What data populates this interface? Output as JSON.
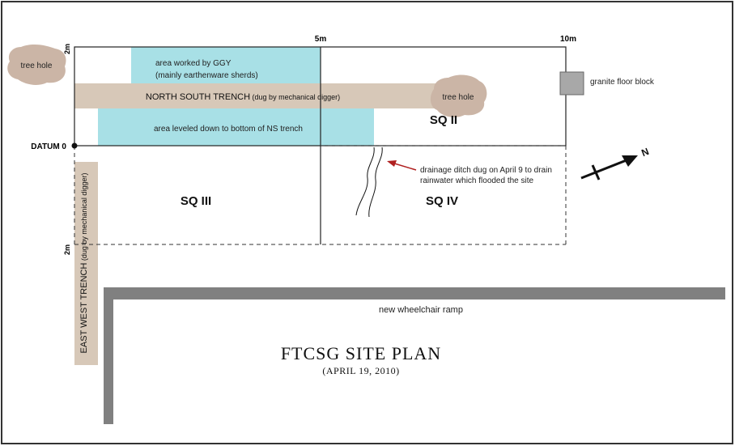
{
  "plan": {
    "title": "FTCSG SITE PLAN",
    "date": "(APRIL 19, 2010)",
    "colors": {
      "frame": "#333333",
      "grid": "#222222",
      "worked_area": "#a8e0e6",
      "trench": "#d7c8b8",
      "tree_hole": "#cbb5a6",
      "ramp": "#808080",
      "drain_arrow": "#b02020",
      "floor_block": "#a8a8a8"
    }
  },
  "scale": {
    "left_2m": "2m",
    "top_5m": "5m",
    "top_10m": "10m",
    "lower_2m": "2m",
    "datum": "DATUM 0"
  },
  "squares": {
    "sq2": "SQ II",
    "sq3": "SQ III",
    "sq4": "SQ IV"
  },
  "features": {
    "tree_hole_left": "tree hole",
    "tree_hole_right": "tree hole",
    "area_worked_line1": "area worked by GGY",
    "area_worked_line2": "(mainly earthenware sherds)",
    "ns_trench_main": "NORTH SOUTH TRENCH",
    "ns_trench_note": " (dug by mechanical digger)",
    "area_leveled": "area leveled down to bottom of NS trench",
    "ew_trench_main": "EAST WEST TRENCH",
    "ew_trench_note": " (dug by mechanical digger)",
    "granite_block": "granite floor block",
    "drainage_line1": "drainage ditch dug on April 9 to drain",
    "drainage_line2": "rainwater which flooded the site",
    "ramp": "new wheelchair ramp",
    "north": "N"
  }
}
